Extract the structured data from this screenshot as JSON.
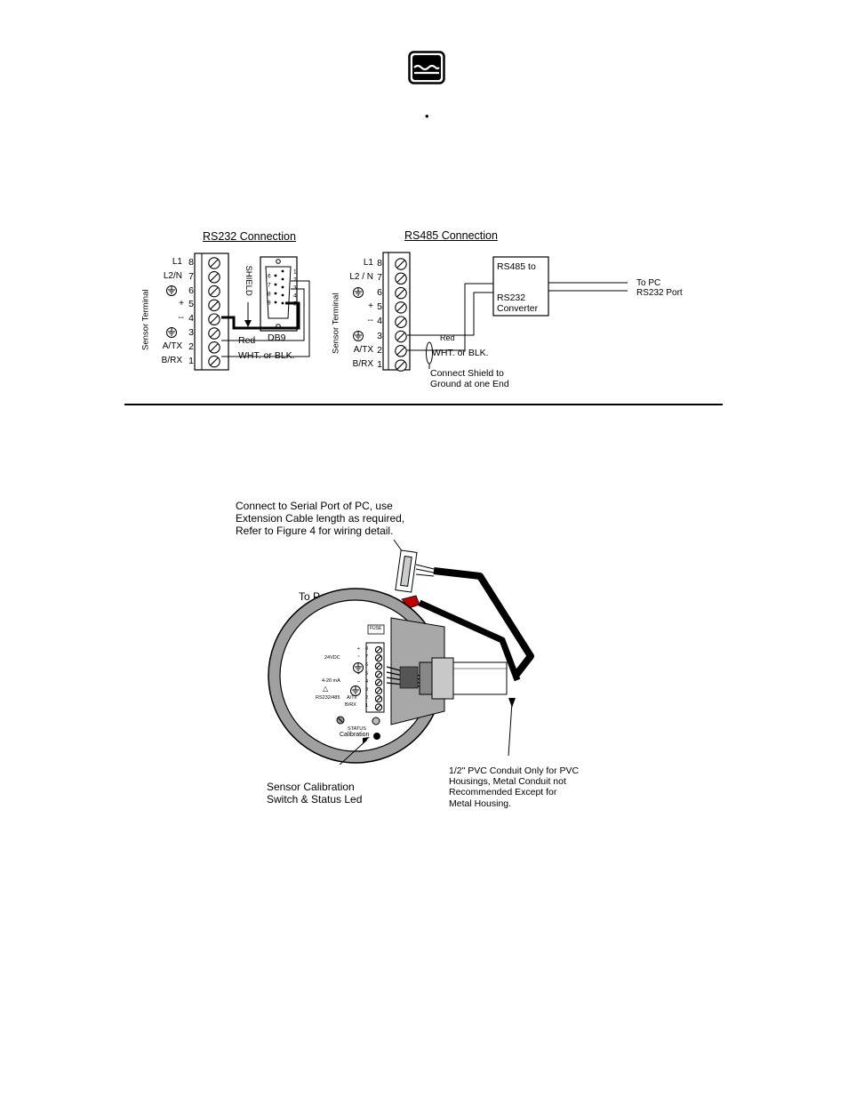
{
  "bullet": "•",
  "rs232": {
    "title": "RS232 Connection",
    "side_label": "Sensor Terminal",
    "terminals": [
      {
        "name": "L1",
        "num": "8"
      },
      {
        "name": "L2/N",
        "num": "7"
      },
      {
        "name": "",
        "num": "6"
      },
      {
        "name": "+",
        "num": "5"
      },
      {
        "name": "--",
        "num": "4"
      },
      {
        "name": "",
        "num": "3"
      },
      {
        "name": "A/TX",
        "num": "2"
      },
      {
        "name": "B/RX",
        "num": "1"
      }
    ],
    "shield": "SHIELD",
    "db9": "DB9",
    "db9_left_pins": [
      "6",
      "7",
      "8",
      "9"
    ],
    "db9_right_pins": [
      "1",
      "2",
      "3",
      "4",
      "5"
    ],
    "red": "Red",
    "wht": "WHT. or BLK."
  },
  "rs485": {
    "title": "RS485 Connection",
    "side_label": "Sensor Terminal",
    "terminals": [
      {
        "name": "L1",
        "num": "8"
      },
      {
        "name": "L2 / N",
        "num": "7"
      },
      {
        "name": "",
        "num": "6"
      },
      {
        "name": "+",
        "num": "5"
      },
      {
        "name": "--",
        "num": "4"
      },
      {
        "name": "",
        "num": "3"
      },
      {
        "name": "A/TX",
        "num": "2"
      },
      {
        "name": "B/RX",
        "num": "1"
      }
    ],
    "converter_top": "RS485 to",
    "converter_bottom1": "RS232",
    "converter_bottom2": "Converter",
    "to_pc1": "To PC",
    "to_pc2": "RS232 Port",
    "red": "Red",
    "wht": "WHT.  or BLK.",
    "shield_note1": "Connect Shield to",
    "shield_note2": "Ground at one End"
  },
  "figure": {
    "callout1": "Connect to Serial Port of PC, use",
    "callout2": "Extension Cable length as required,",
    "callout3": "Refer to Figure 4 for wiring detail.",
    "power": "To Power Source",
    "fuse": "FUSE",
    "v24": "24VDC",
    "ma": "4-20 mA",
    "rs": "RS232/485",
    "atx": "A/Tx",
    "brx": "B/RX",
    "status": "STATUS",
    "calibration": "Calibration",
    "pins": [
      "8",
      "7",
      "6",
      "5",
      "4",
      "3",
      "2",
      "1"
    ],
    "signs": [
      "+",
      "~",
      "",
      "+",
      "–",
      "",
      "",
      ""
    ],
    "sensor1": "Sensor Calibration",
    "sensor2": "Switch & Status Led",
    "conduit1": "1/2\" PVC Conduit Only for PVC",
    "conduit2": "Housings,  Metal Conduit not",
    "conduit3": "Recommended Except for",
    "conduit4": "Metal Housing."
  }
}
